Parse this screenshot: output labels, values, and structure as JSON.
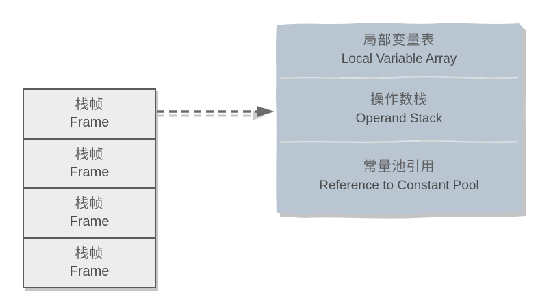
{
  "diagram": {
    "stack": {
      "frames": [
        {
          "label_zh": "栈帧",
          "label_en": "Frame"
        },
        {
          "label_zh": "栈帧",
          "label_en": "Frame"
        },
        {
          "label_zh": "栈帧",
          "label_en": "Frame"
        },
        {
          "label_zh": "栈帧",
          "label_en": "Frame"
        }
      ]
    },
    "arrow": {
      "style": "dashed",
      "direction": "right"
    },
    "panel": {
      "sections": [
        {
          "label_zh": "局部变量表",
          "label_en": "Local Variable Array"
        },
        {
          "label_zh": "操作数栈",
          "label_en": "Operand Stack"
        },
        {
          "label_zh": "常量池引用",
          "label_en": "Reference to Constant Pool"
        }
      ]
    },
    "colors": {
      "panel_fill": "#b9c6d1",
      "frame_fill": "#ededee",
      "frame_border": "#5a5b5d",
      "text_zh": "#5d5e60",
      "text_en": "#4a4b4d",
      "arrow": "#6a6b6d",
      "arrow_shadow": "#c9c9c9",
      "shadow": "#c4c4c4",
      "divider": "#dde3e7"
    }
  }
}
